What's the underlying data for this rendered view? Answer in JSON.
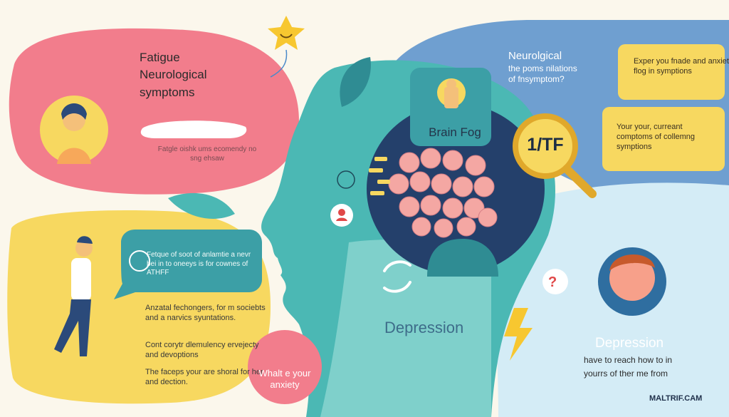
{
  "pink_panel": {
    "title_lines": [
      "Fatigue",
      "Neurological",
      "symptoms"
    ],
    "caption": "Fatgle oishk ums ecomendy no sng ehsaw"
  },
  "speech_bubble": {
    "text": "Fetque of soot of anlamtie a nevr bei in to oneeys is for cownes of ATHFF"
  },
  "yellow_panel": {
    "para1": "Anzatal fechongers, for m sociebts and a narvics syuntations.",
    "para2": "Cont corytr dlemulency ervejecty and devoptions",
    "para3": "The faceps your are shoral for her and dection."
  },
  "anxiety_circle": {
    "text": "Whalt e your anxiety"
  },
  "neuro_header": {
    "lines": [
      "Neurolgical",
      "the poms nilations",
      "of fnsymptom?"
    ]
  },
  "right_cards": {
    "card1": "Exper you fnade and anxiety flog in symptions",
    "card2": "Your your, curreant comptoms of collemng symptions"
  },
  "brain_fog": {
    "label": "Brain Fog"
  },
  "magnifier": {
    "label": "1/TF"
  },
  "center_label": "Depression",
  "right_depression": {
    "title": "Depression",
    "sub_lines": [
      "have to reach how to in",
      "yourrs of ther me from"
    ]
  },
  "question_mark": "?",
  "watermark": "MALTRIF.CAM",
  "colors": {
    "pink": "#f27d8c",
    "yellow": "#f7d860",
    "blue": "#6f9fd0",
    "teal": "#4bb8b4",
    "navy": "#24406b",
    "light_blue": "#cde6f3"
  }
}
